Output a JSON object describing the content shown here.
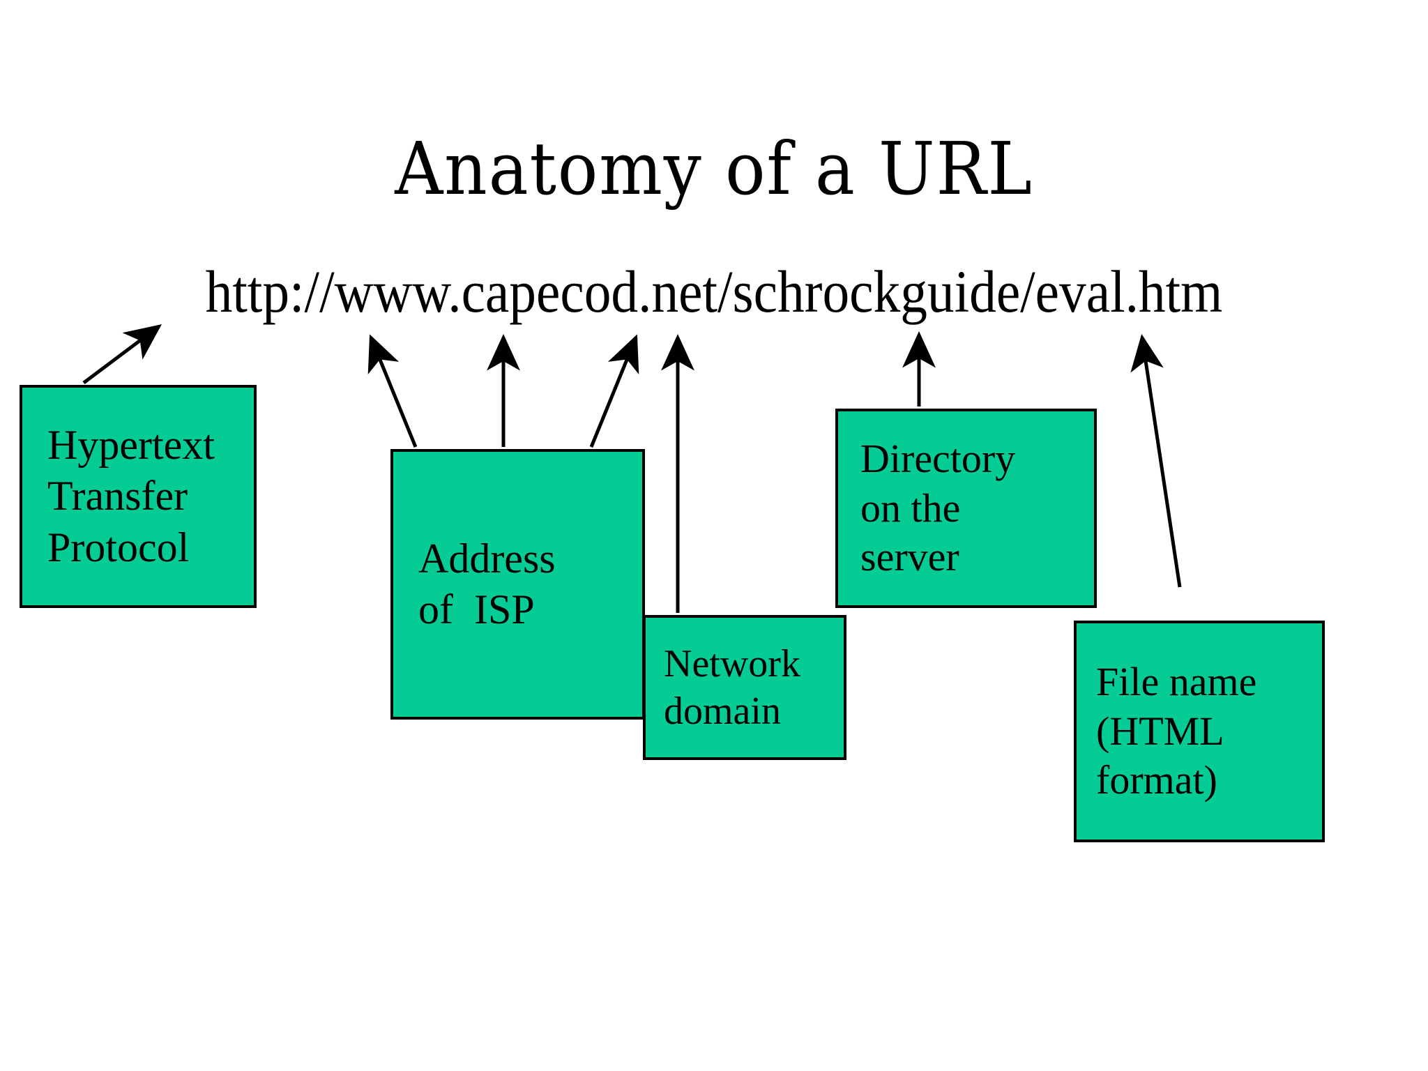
{
  "slide": {
    "title": "Anatomy of a URL",
    "url": "http://www.capecod.net/schrockguide/eval.htm",
    "background_color": "#FFFFFF",
    "box_fill_color": "#05CB94",
    "box_border_color": "#000000",
    "text_color": "#000000"
  },
  "callouts": [
    {
      "id": "protocol",
      "lines": [
        "Hypertext",
        "Transfer",
        "Protocol"
      ],
      "annotates": "http://"
    },
    {
      "id": "isp",
      "lines": [
        "Address",
        "of  ISP"
      ],
      "annotates": "www.capecod"
    },
    {
      "id": "network-domain",
      "lines": [
        "Network",
        "domain"
      ],
      "annotates": ".net"
    },
    {
      "id": "directory",
      "lines": [
        "Directory",
        "on the",
        "server"
      ],
      "annotates": "/schrockguide/"
    },
    {
      "id": "file-name",
      "lines": [
        "File name",
        "(HTML",
        "format)"
      ],
      "annotates": "eval.htm"
    }
  ],
  "arrows": [
    {
      "id": "arrow-protocol",
      "from": "protocol-box-top",
      "to": "http-segment"
    },
    {
      "id": "arrow-isp-www",
      "from": "isp-box-top-left",
      "to": "www-segment"
    },
    {
      "id": "arrow-isp-cape",
      "from": "isp-box-top-mid",
      "to": "capecod-segment"
    },
    {
      "id": "arrow-isp-right",
      "from": "isp-box-top-right",
      "to": "capecod-end-segment"
    },
    {
      "id": "arrow-network",
      "from": "network-box-top",
      "to": "net-segment"
    },
    {
      "id": "arrow-directory",
      "from": "directory-box-top",
      "to": "schrockguide-segment"
    },
    {
      "id": "arrow-file",
      "from": "file-box-top",
      "to": "eval-htm-segment"
    }
  ]
}
